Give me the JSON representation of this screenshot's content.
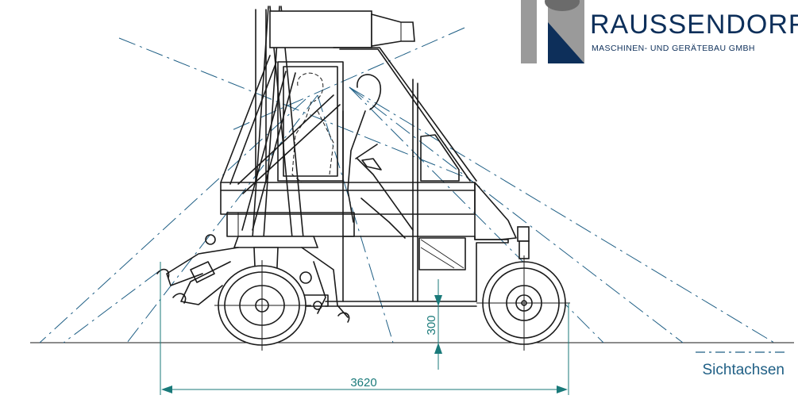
{
  "drawing": {
    "dimensions": {
      "wheelbase": "3620",
      "ground_clearance": "300"
    },
    "legend": {
      "label": "Sichtachsen"
    }
  },
  "brand": {
    "name": "RAUSSENDORF",
    "tagline": "MASCHINEN- UND GERÄTEBAU GMBH",
    "colors": {
      "navy": "#0d2f5a",
      "grey": "#9a9a9a"
    }
  },
  "colors": {
    "sight_lines": "#1f5f85",
    "dimensions": "#1a7a7a",
    "ink": "#1a1a1a"
  }
}
